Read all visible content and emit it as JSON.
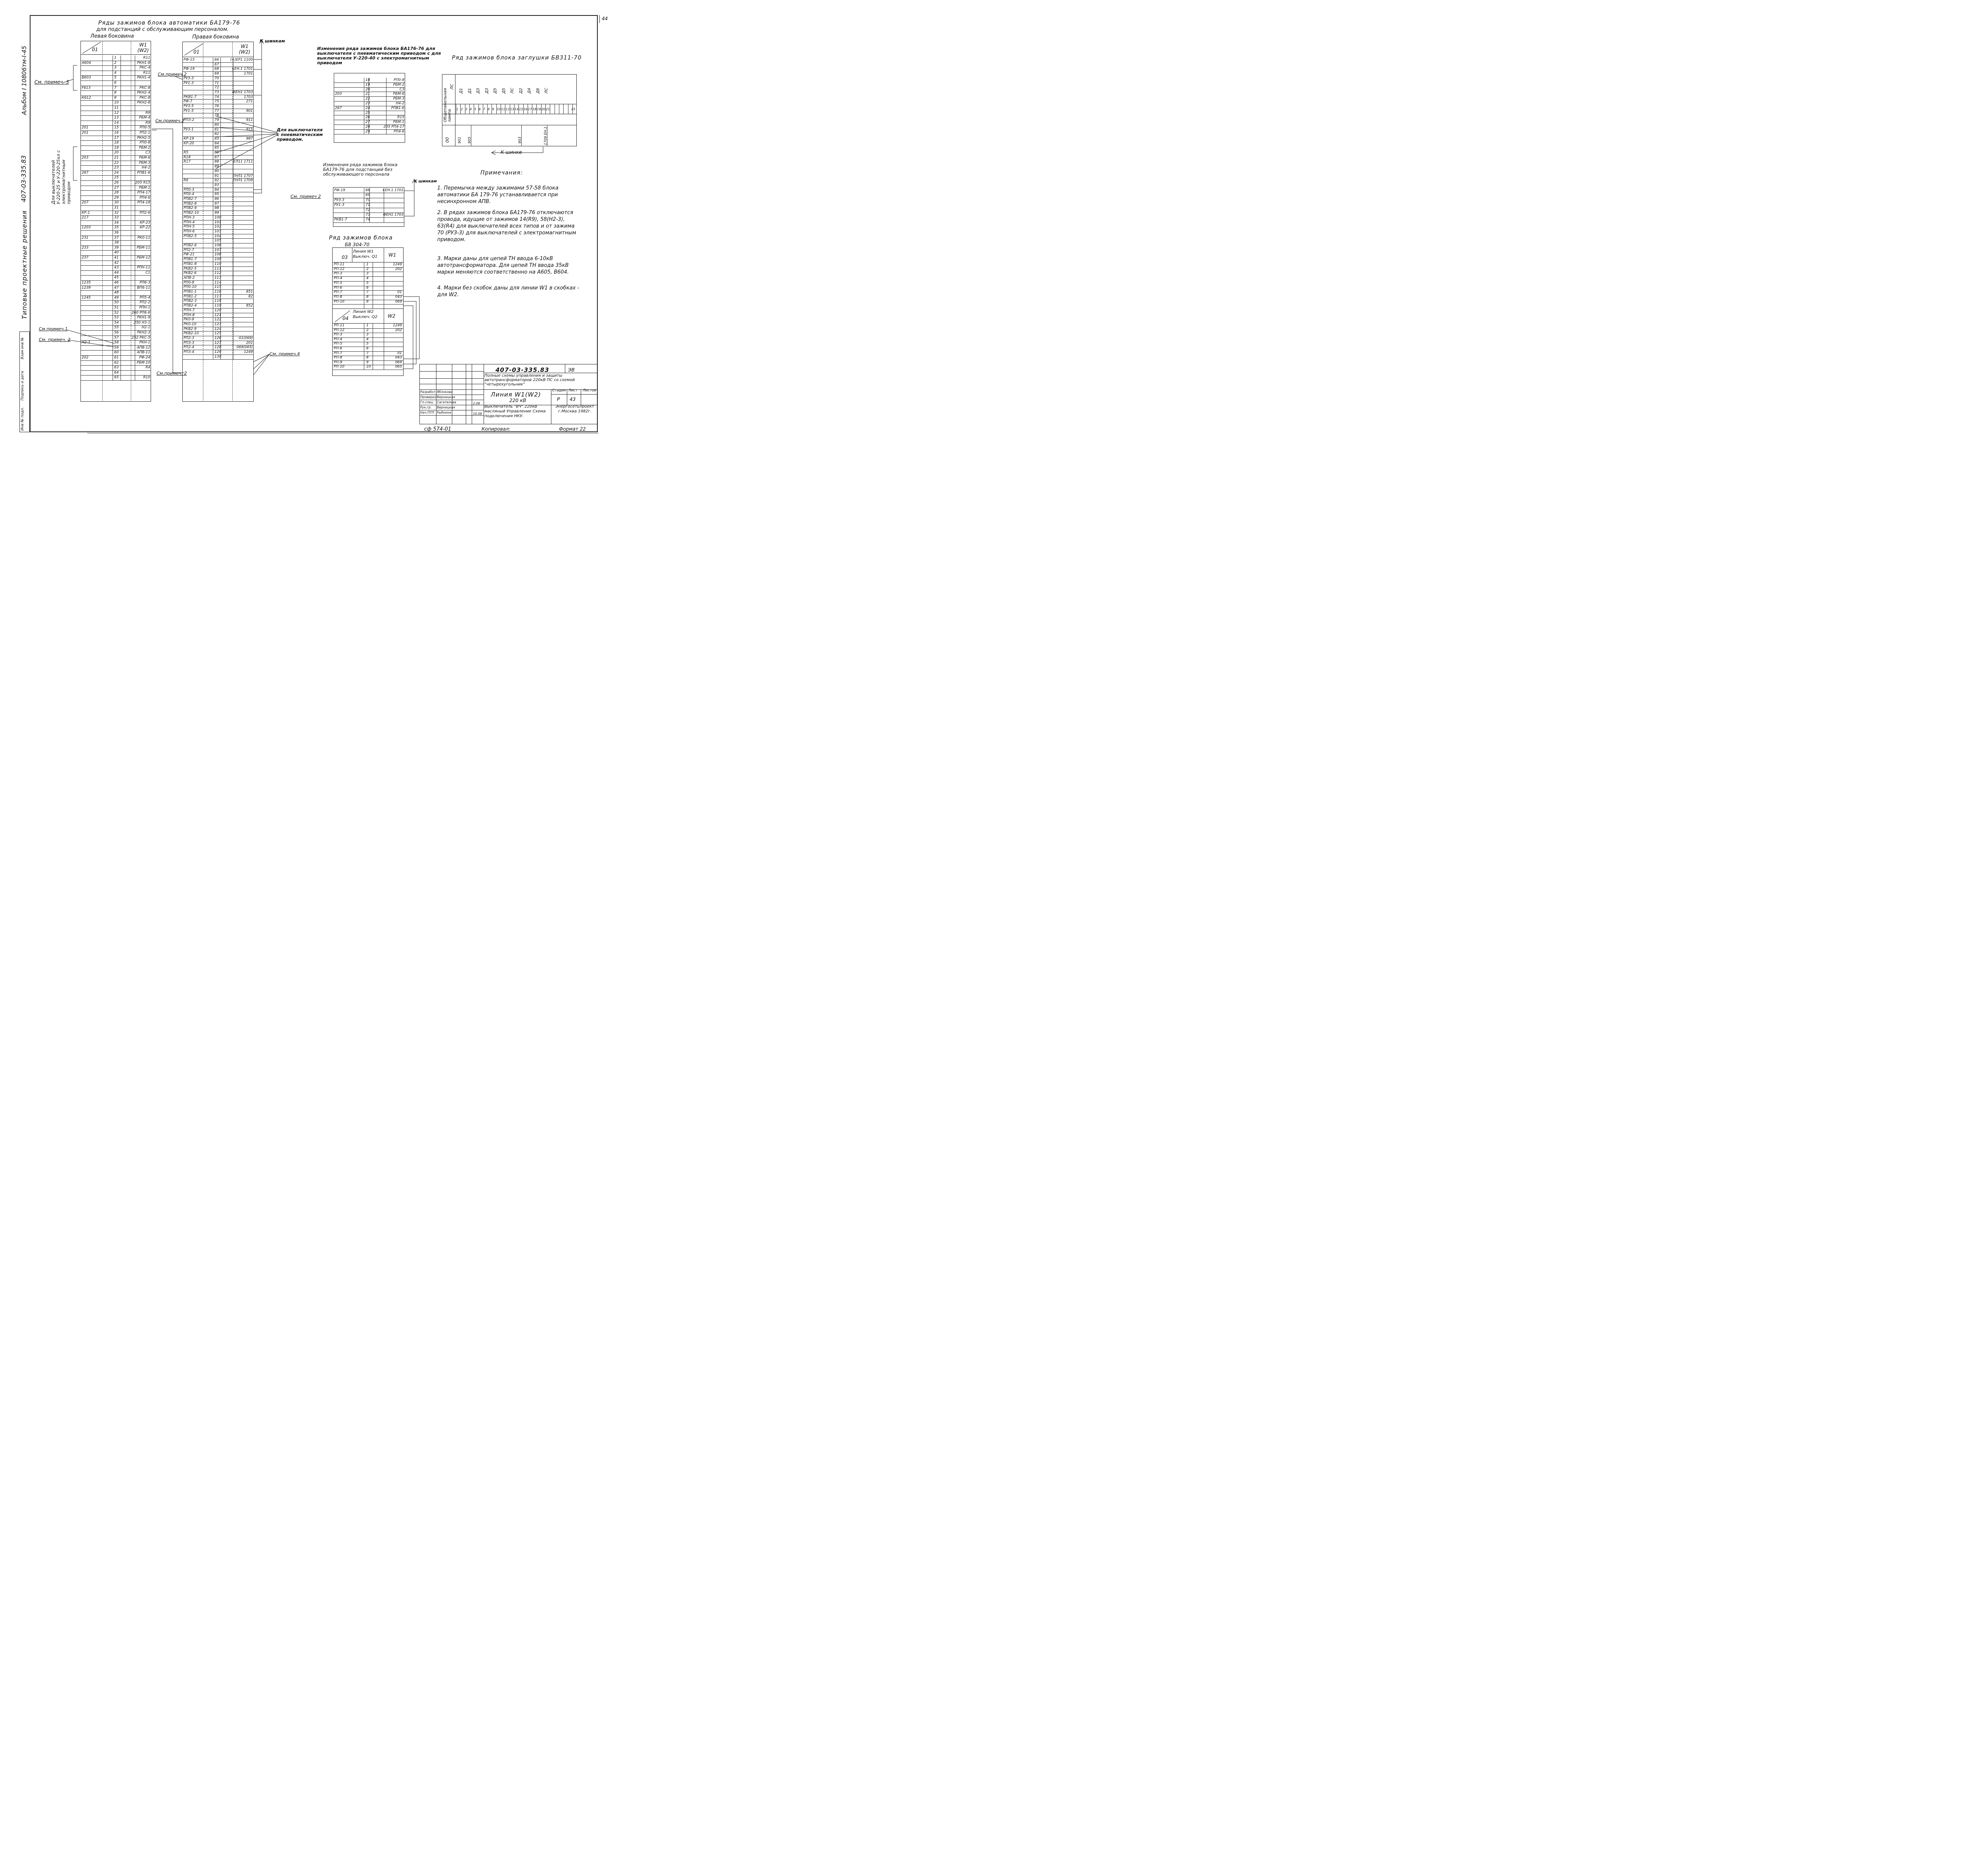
{
  "page_number": "44",
  "side": {
    "album": "Альбом I 10806тм-I-45",
    "docnum": "407-03-335.83",
    "series": "Типовые проектные решения"
  },
  "stamp_cells": [
    "Инв № подл.",
    "Подпись и дата",
    "Взам инв №"
  ],
  "heading": {
    "line1": "Ряды зажимов блока автоматики БА179-76",
    "line2": "для подстанций с обслуживающим персоналом."
  },
  "left_table": {
    "title": "Левая боковина",
    "col1": "01",
    "col2": "W1 (W2)",
    "rows": [
      [
        "",
        "1",
        "R11"
      ],
      [
        "А604",
        "2",
        "РКН1-8"
      ],
      [
        "",
        "3",
        "РКС-4"
      ],
      [
        "",
        "4",
        "R11"
      ],
      [
        "В603",
        "5",
        "РКН1-4"
      ],
      [
        "",
        "6",
        ""
      ],
      [
        "F613",
        "7",
        "РКС-8"
      ],
      [
        "",
        "8",
        "РКН2-4"
      ],
      [
        "К612",
        "9",
        "РКС-8"
      ],
      [
        "",
        "10",
        "РКН2-8"
      ],
      [
        "",
        "11",
        ""
      ],
      [
        "",
        "12",
        "R9"
      ],
      [
        "",
        "13",
        "РБМ-4"
      ],
      [
        "",
        "14",
        "R9"
      ],
      [
        "201",
        "15",
        "РП0-5"
      ],
      [
        "201",
        "16",
        "РП2-1"
      ],
      [
        "",
        "17",
        "РКН2-5"
      ],
      [
        "",
        "18",
        "РП0-8"
      ],
      [
        "",
        "19",
        "РБМ-2"
      ],
      [
        "",
        "20",
        "С3"
      ],
      [
        "203",
        "21",
        "РБМ-6"
      ],
      [
        "",
        "22",
        "РБМ-3"
      ],
      [
        "",
        "23",
        "Н4-2"
      ],
      [
        "267",
        "24",
        "РПВ1-6"
      ],
      [
        "",
        "25",
        ""
      ],
      [
        "",
        "26",
        "205 R15"
      ],
      [
        "",
        "27",
        "РБМ-1"
      ],
      [
        "",
        "28",
        "РП4-17"
      ],
      [
        "",
        "29",
        "РП4-6"
      ],
      [
        "207",
        "30",
        "РП4-18"
      ],
      [
        "",
        "31",
        ""
      ],
      [
        "КР-1",
        "32",
        "РП2-6"
      ],
      [
        "217",
        "33",
        ""
      ],
      [
        "",
        "34",
        "КР-23"
      ],
      [
        "1203",
        "35",
        "КР-22"
      ],
      [
        "",
        "36",
        ""
      ],
      [
        "231",
        "37",
        "РК0-11"
      ],
      [
        "",
        "38",
        ""
      ],
      [
        "233",
        "39",
        "РБМ-11"
      ],
      [
        "",
        "40",
        ""
      ],
      [
        "237",
        "41",
        "РБМ-12"
      ],
      [
        "",
        "42",
        ""
      ],
      [
        "",
        "43",
        "РПН-11"
      ],
      [
        "",
        "44",
        "С1"
      ],
      [
        "",
        "45",
        ""
      ],
      [
        "1235",
        "46",
        "РП6-3"
      ],
      [
        "1239",
        "47",
        "ВП6-11"
      ],
      [
        "",
        "48",
        ""
      ],
      [
        "1245",
        "49",
        "РП5-4"
      ],
      [
        "",
        "50",
        "РП2-2"
      ],
      [
        "",
        "51",
        "РПН-1"
      ],
      [
        "",
        "52",
        "260 РП6-6"
      ],
      [
        "",
        "53",
        "РКН1-9"
      ],
      [
        "",
        "54",
        "250 Н3-1"
      ],
      [
        "",
        "55",
        "Н2-1"
      ],
      [
        "",
        "56",
        "РКН2-3"
      ],
      [
        "",
        "57",
        "252 РКС-5"
      ],
      [
        "Н2-3",
        "58",
        "РКН-1"
      ],
      [
        "",
        "59",
        "АПВ-12"
      ],
      [
        "",
        "60",
        "АПВ-11"
      ],
      [
        "202",
        "61",
        "РФ-24"
      ],
      [
        "",
        "62",
        "РБМ-10"
      ],
      [
        "",
        "63",
        "R4"
      ],
      [
        "",
        "64",
        ""
      ],
      [
        "",
        "65",
        "R10"
      ]
    ]
  },
  "right_table": {
    "title": "Правая боковина",
    "col1": "01",
    "col2": "W1 (W2)",
    "rows": [
      [
        "РФ-15",
        "66",
        "(+)ЕР1 1100"
      ],
      [
        "",
        "67",
        ""
      ],
      [
        "РФ-19",
        "68",
        "+ЕН.1 1701"
      ],
      [
        "",
        "69",
        "1701"
      ],
      [
        "РУЗ-3",
        "70",
        ""
      ],
      [
        "РУ1-3",
        "71",
        ""
      ],
      [
        "",
        "72",
        ""
      ],
      [
        "",
        "73",
        "ФЕН1 1703"
      ],
      [
        "РКВ1-7",
        "74",
        "1703"
      ],
      [
        "РФ-7",
        "75",
        "271"
      ],
      [
        "РУЗ-5",
        "76",
        ""
      ],
      [
        "РУ1-5",
        "77",
        "901"
      ],
      [
        "",
        "78",
        ""
      ],
      [
        "РПЗ-2",
        "79",
        "911"
      ],
      [
        "",
        "80",
        ""
      ],
      [
        "РУЗ-1",
        "81",
        "915"
      ],
      [
        "",
        "82",
        ""
      ],
      [
        "КР-19",
        "83",
        "987"
      ],
      [
        "КР-20",
        "84",
        ""
      ],
      [
        "",
        "85",
        ""
      ],
      [
        "R5",
        "86",
        ""
      ],
      [
        "R18",
        "87",
        ""
      ],
      [
        "R17",
        "88",
        "ЕЛ11 1711"
      ],
      [
        "",
        "89",
        ""
      ],
      [
        "",
        "90",
        ""
      ],
      [
        "",
        "91",
        "ЕНЛ1 1707"
      ],
      [
        "R6",
        "92",
        "ЕНЛ1 1709"
      ],
      [
        "",
        "93",
        ""
      ],
      [
        "РП0-3",
        "94",
        ""
      ],
      [
        "РП0-4",
        "95",
        ""
      ],
      [
        "РПВ2-7",
        "96",
        ""
      ],
      [
        "РПВ2-8",
        "97",
        ""
      ],
      [
        "РПВ2-9",
        "98",
        ""
      ],
      [
        "РПВ2-10",
        "99",
        ""
      ],
      [
        "РПН-3",
        "100",
        ""
      ],
      [
        "РПН-4",
        "101",
        ""
      ],
      [
        "РПН-5",
        "102",
        ""
      ],
      [
        "РПН-6",
        "103",
        ""
      ],
      [
        "РПВ2-5",
        "104",
        ""
      ],
      [
        "",
        "105",
        ""
      ],
      [
        "РПВ2-6",
        "106",
        ""
      ],
      [
        "РП2-7",
        "107",
        ""
      ],
      [
        "РФ-21",
        "108",
        ""
      ],
      [
        "РПВ1-7",
        "109",
        ""
      ],
      [
        "РПВ1-8",
        "110",
        ""
      ],
      [
        "РКВ2-5",
        "111",
        ""
      ],
      [
        "РКВ2-6",
        "112",
        ""
      ],
      [
        "АПВ-2",
        "113",
        ""
      ],
      [
        "РП0-9",
        "114",
        ""
      ],
      [
        "РП0-10",
        "115",
        ""
      ],
      [
        "РПВ1-1",
        "116",
        "851"
      ],
      [
        "РПВ1-2",
        "117",
        "82"
      ],
      [
        "РПВ2-3",
        "118",
        ""
      ],
      [
        "РПВ2-4",
        "119",
        "852"
      ],
      [
        "РПН-7",
        "120",
        ""
      ],
      [
        "РПН-8",
        "121",
        ""
      ],
      [
        "РК0-9",
        "122",
        ""
      ],
      [
        "РК0-10",
        "123",
        ""
      ],
      [
        "РКВ2-9",
        "124",
        ""
      ],
      [
        "РКВ2-10",
        "125",
        ""
      ],
      [
        "РП2-3",
        "126",
        "01(069)"
      ],
      [
        "РП3-3",
        "127",
        "201"
      ],
      [
        "РП2-4",
        "128",
        "069(065)"
      ],
      [
        "РП3-4",
        "129",
        "1249"
      ],
      [
        "",
        "130",
        ""
      ]
    ]
  },
  "callouts": {
    "note3_left": "См. примеч. 3",
    "note2_a": "См.примеч.2",
    "note2_b": "См.примеч.2",
    "note2_c": "См.примеч. 2",
    "note1_left": "См примеч.1",
    "note2_left": "См. примеч. 2",
    "note4": "См. примеч.4",
    "to_bus": "К шинкам",
    "to_bus2": "К шинкам",
    "breaker_pneu": "Для выключателя с пневматическим приводом.",
    "breaker_vertical": "Для выключателей У-220-25 и У-220-25хл с электромагнитным приводом",
    "note2_mid": "См. примеч 2"
  },
  "change_block1": {
    "title": "Изменения ряда зажимов блока БА176-76 для выключателя с пневматическим приводом с для выключателя У-220-40 с электромагнитным приводом",
    "rows": [
      [
        "",
        "18",
        "РП0-8"
      ],
      [
        "",
        "19",
        "РБМ-2"
      ],
      [
        "",
        "20",
        "С3"
      ],
      [
        "203",
        "21",
        "РБМ-6"
      ],
      [
        "",
        "22",
        "РБМ-3"
      ],
      [
        "",
        "23",
        "Н4-2"
      ],
      [
        "267",
        "24",
        "РПВ1-6"
      ],
      [
        "",
        "25",
        ""
      ],
      [
        "",
        "26",
        "R15"
      ],
      [
        "",
        "27",
        "РБМ-1"
      ],
      [
        "",
        "28",
        "205 РП4-17"
      ],
      [
        "",
        "29",
        "РП4-6"
      ]
    ]
  },
  "change_block2": {
    "title": "Изменения ряда зажимов блока БА179-76 для подстанций без обслуживающего персонала",
    "rows": [
      [
        "РФ-19",
        "68",
        "+ЕН.1 1701"
      ],
      [
        "",
        "69",
        ""
      ],
      [
        "РУЗ-3",
        "70",
        ""
      ],
      [
        "РУ1-3",
        "71",
        ""
      ],
      [
        "",
        "72",
        ""
      ],
      [
        "",
        "73",
        "ФЕН1 1703"
      ],
      [
        "РКВ1-7",
        "74",
        ""
      ]
    ]
  },
  "block_bv": {
    "title": "Ряд зажимов блока заглушки БВ311-70",
    "header_labels": [
      "Д1",
      "Д1",
      "Д3",
      "Д3",
      "Д5",
      "Д5",
      "ЛС",
      "Д2",
      "Д4",
      "Д6",
      "ЛС"
    ],
    "row_label1": "Общепанельная лампа",
    "row_label2": "00",
    "row_label3": "ЛС",
    "numbers": [
      "1",
      "2",
      "3",
      "4",
      "5",
      "6",
      "7",
      "8",
      "9",
      "10",
      "11",
      "12",
      "13",
      "14",
      "15",
      "16",
      "17",
      "18",
      "19",
      "20",
      "21",
      "45"
    ],
    "bottom_marks": [
      "901",
      "905",
      "903",
      "1709 ЕН.1"
    ],
    "to_bus": "К шинке"
  },
  "block_b8": {
    "title1": "Ряд зажимов блока",
    "title2": "Б8 304-70",
    "sec1_label": "03",
    "sec1_title": "Линия W1 Выключ. Q1",
    "sec1_col": "W1",
    "sec1_rows": [
      [
        "РП-11",
        "1",
        "1249"
      ],
      [
        "РП-12",
        "2",
        "202"
      ],
      [
        "РП-3",
        "3",
        ""
      ],
      [
        "РП-4",
        "4",
        ""
      ],
      [
        "РП-5",
        "5",
        ""
      ],
      [
        "РП-6",
        "6",
        ""
      ],
      [
        "РП-7",
        "7",
        "01"
      ],
      [
        "РП-8",
        "8",
        "043"
      ],
      [
        "РП-10",
        "9",
        "069"
      ]
    ],
    "sec2_label": "04",
    "sec2_title": "Линия W2 Выключ. Q2",
    "sec2_col": "W2",
    "sec2_rows": [
      [
        "РП-11",
        "1",
        "1249"
      ],
      [
        "РП-12",
        "2",
        "202"
      ],
      [
        "РП-3",
        "3",
        ""
      ],
      [
        "РП-4",
        "4",
        ""
      ],
      [
        "РП-5",
        "5",
        ""
      ],
      [
        "РП-6",
        "6",
        ""
      ],
      [
        "РП-7",
        "7",
        "01"
      ],
      [
        "РП-8",
        "8",
        "043"
      ],
      [
        "РП-9",
        "9",
        "069"
      ],
      [
        "РП-10",
        "10",
        "065"
      ]
    ]
  },
  "notes": {
    "title": "Примечания:",
    "items": [
      "1. Перемычка между зажимами 57-58 блока автоматики БА 179-76 устанавливается при несинхронном АПВ.",
      "2. В рядах зажимов блока БА179-76 отключаются провода, идущие от зажимов 14(R9), 58(Н2-3), 63(R4) для выключателей всех типов и от зажима 70 (РУЗ-3) для выключателей с электромагнитным приводом.",
      "3. Марки даны для цепей ТН ввода 6-10кВ автотрансформатора. Для цепей ТН ввода 35кВ марки меняются соответственно на А605, В604.",
      "4. Марки без скобок даны для линии W1 в скобках - для W2."
    ]
  },
  "title_block": {
    "doc": "407-03-335.83",
    "mark": "ЭВ",
    "desc": "Полные схемы управления и защиты автотрансформаторов 220кВ ПС со схемой \"четырехугольник\"",
    "line": "Линия W1(W2)",
    "voltage": "220 кВ",
    "sub": "Выключатель \"ВЧ\" 220кВ масляный Управление Схема подключения НКУ.",
    "stage_h": "Стадия",
    "sheet_h": "Лист",
    "sheets_h": "Листов",
    "stage": "Р",
    "sheet": "43",
    "org": "Энергосетьпроект г.Москва 1982г.",
    "staff": [
      [
        "Разработ.",
        "Яблокова"
      ],
      [
        "Проверил",
        "Верницкая"
      ],
      [
        "Гл.спец.",
        "Сагателова"
      ],
      [
        "Рук.гр.",
        "Верницкая"
      ],
      [
        "Нач.ПТП",
        "Рыбкина"
      ]
    ],
    "date1": "2.08",
    "date2": "10.08"
  },
  "footer": {
    "code": "сф 574-01",
    "copied": "Копировал:",
    "format": "Формат 22"
  }
}
